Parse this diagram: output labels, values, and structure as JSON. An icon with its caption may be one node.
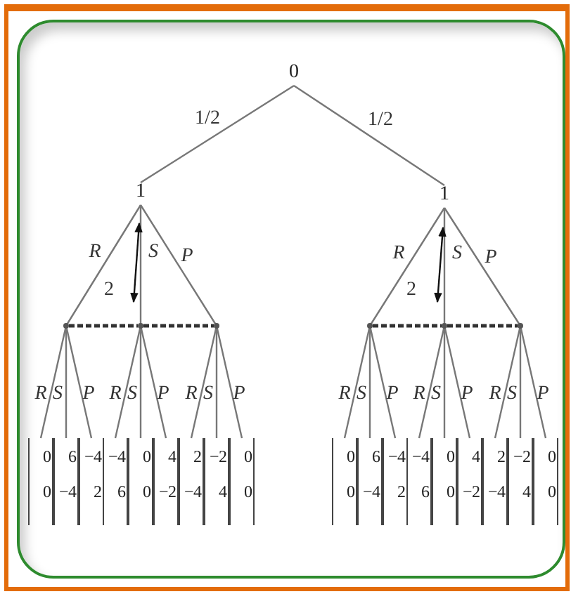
{
  "diagram": {
    "nodes": [
      {
        "text": [
          "0"
        ]
      },
      {
        "text": [
          "1"
        ]
      },
      {
        "text": [
          "1"
        ]
      },
      {
        "text": [],
        "shape": "dot"
      },
      {
        "text": [],
        "shape": "dot"
      },
      {
        "text": [],
        "shape": "dot"
      },
      {
        "text": [],
        "shape": "dot"
      },
      {
        "text": [],
        "shape": "dot"
      },
      {
        "text": [],
        "shape": "dot"
      },
      {
        "text": [
          "0",
          "0"
        ]
      },
      {
        "text": [
          "6",
          "−4"
        ]
      },
      {
        "text": [
          "−4",
          "2"
        ]
      },
      {
        "text": [
          "−4",
          "6"
        ]
      },
      {
        "text": [
          "0",
          "0"
        ]
      },
      {
        "text": [
          "4",
          "−2"
        ]
      },
      {
        "text": [
          "2",
          "−4"
        ]
      },
      {
        "text": [
          "−2",
          "4"
        ]
      },
      {
        "text": [
          "0",
          "0"
        ]
      },
      {
        "text": [
          "0",
          "0"
        ]
      },
      {
        "text": [
          "6",
          "−4"
        ]
      },
      {
        "text": [
          "−4",
          "2"
        ]
      },
      {
        "text": [
          "−4",
          "6"
        ]
      },
      {
        "text": [
          "0",
          "0"
        ]
      },
      {
        "text": [
          "4",
          "−2"
        ]
      },
      {
        "text": [
          "2",
          "−4"
        ]
      },
      {
        "text": [
          "−2",
          "4"
        ]
      },
      {
        "text": [
          "0",
          "0"
        ]
      }
    ],
    "edges": [
      {
        "from": 0,
        "to": 1,
        "label": "1/2",
        "arrow": "none"
      },
      {
        "from": 0,
        "to": 2,
        "label": "1/2",
        "arrow": "none"
      },
      {
        "from": 1,
        "to": 3,
        "label": "R",
        "arrow": "none"
      },
      {
        "from": 1,
        "to": 4,
        "label": "S",
        "arrow": "none"
      },
      {
        "from": 1,
        "to": 5,
        "label": "P",
        "arrow": "none"
      },
      {
        "from": 2,
        "to": 6,
        "label": "R",
        "arrow": "none"
      },
      {
        "from": 2,
        "to": 7,
        "label": "S",
        "arrow": "none"
      },
      {
        "from": 2,
        "to": 8,
        "label": "P",
        "arrow": "none"
      },
      {
        "from": 3,
        "to": 4,
        "arrow": "none",
        "style": "dashed"
      },
      {
        "from": 4,
        "to": 5,
        "arrow": "none",
        "style": "dashed"
      },
      {
        "from": 6,
        "to": 7,
        "arrow": "none",
        "style": "dashed"
      },
      {
        "from": 7,
        "to": 8,
        "arrow": "none",
        "style": "dashed"
      },
      {
        "from": 3,
        "to": 9,
        "label": "R",
        "arrow": "none"
      },
      {
        "from": 3,
        "to": 10,
        "label": "S",
        "arrow": "none"
      },
      {
        "from": 3,
        "to": 11,
        "label": "P",
        "arrow": "none"
      },
      {
        "from": 4,
        "to": 12,
        "label": "R",
        "arrow": "none"
      },
      {
        "from": 4,
        "to": 13,
        "label": "S",
        "arrow": "none"
      },
      {
        "from": 4,
        "to": 14,
        "label": "P",
        "arrow": "none"
      },
      {
        "from": 5,
        "to": 15,
        "label": "R",
        "arrow": "none"
      },
      {
        "from": 5,
        "to": 16,
        "label": "S",
        "arrow": "none"
      },
      {
        "from": 5,
        "to": 17,
        "label": "P",
        "arrow": "none"
      },
      {
        "from": 6,
        "to": 18,
        "label": "R",
        "arrow": "none"
      },
      {
        "from": 6,
        "to": 19,
        "label": "S",
        "arrow": "none"
      },
      {
        "from": 6,
        "to": 20,
        "label": "P",
        "arrow": "none"
      },
      {
        "from": 7,
        "to": 21,
        "label": "R",
        "arrow": "none"
      },
      {
        "from": 7,
        "to": 22,
        "label": "S",
        "arrow": "none"
      },
      {
        "from": 7,
        "to": 23,
        "label": "P",
        "arrow": "none"
      },
      {
        "from": 8,
        "to": 24,
        "label": "R",
        "arrow": "none"
      },
      {
        "from": 8,
        "to": 25,
        "label": "S",
        "arrow": "none"
      },
      {
        "from": 8,
        "to": 26,
        "label": "P",
        "arrow": "none"
      }
    ],
    "labels": [
      "2",
      "2"
    ]
  }
}
